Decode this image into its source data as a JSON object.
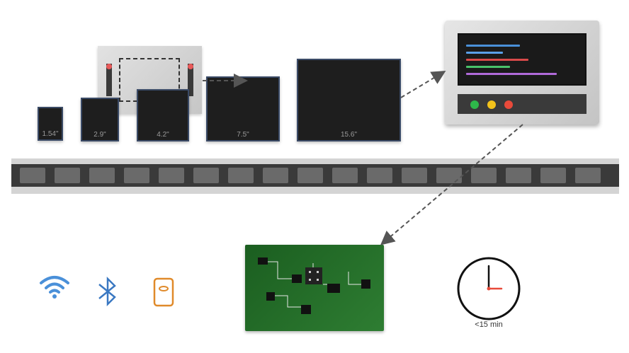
{
  "displays": [
    {
      "size": "1.54\""
    },
    {
      "size": "2.9\""
    },
    {
      "size": "4.2\""
    },
    {
      "size": "7.5\""
    },
    {
      "size": "15.6\""
    }
  ],
  "clock": {
    "label": "<15 min"
  },
  "icons": [
    "wifi-icon",
    "bluetooth-icon",
    "nfc-tag-icon",
    "clock-icon"
  ],
  "colors": {
    "wifi": "#4a90d9",
    "bluetooth": "#3a78c2",
    "nfc": "#e08a2a",
    "pcb": "#2e7d32",
    "led_green": "#2eb84a",
    "led_yellow": "#f2c21b",
    "led_red": "#e84a3a"
  }
}
